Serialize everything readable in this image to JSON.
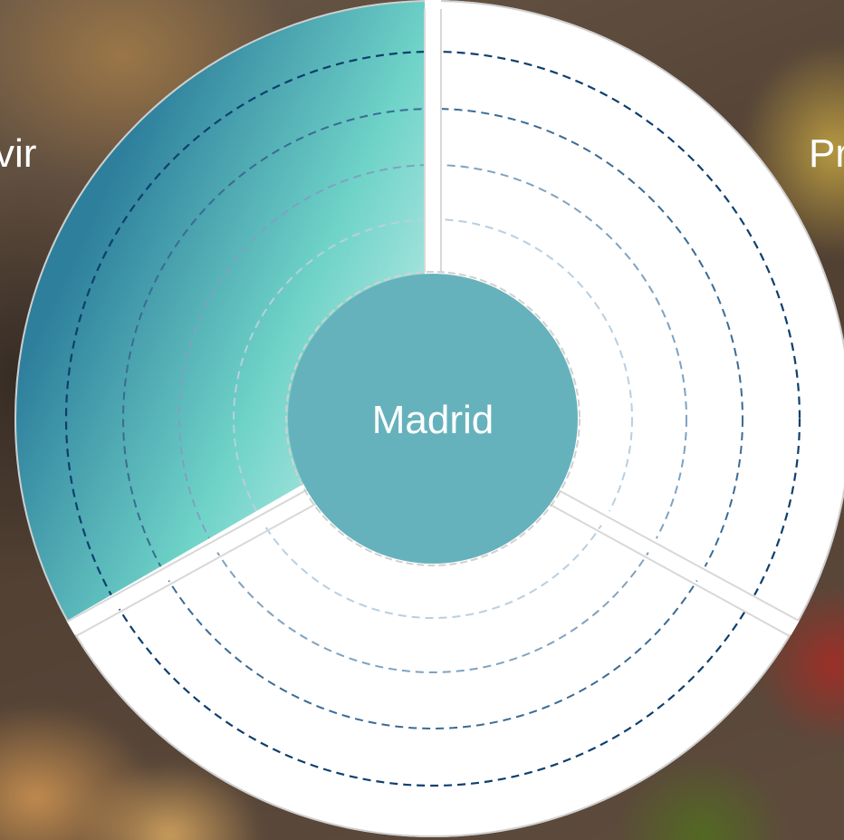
{
  "diagram": {
    "center_label": "Madrid",
    "left_label": "vir",
    "right_label": "Pr",
    "segments": [
      {
        "id": "top-left",
        "fill": "gradient",
        "highlighted": true
      },
      {
        "id": "right",
        "fill": "#ffffff",
        "highlighted": false
      },
      {
        "id": "bottom",
        "fill": "#ffffff",
        "highlighted": false
      }
    ],
    "ring_count": 4,
    "colors": {
      "center": "#66b2bc",
      "highlight_start": "#2e7f9c",
      "highlight_mid": "#6fd3c8",
      "highlight_end": "#c9efeb",
      "ring_dark": "#0e3f6e",
      "ring_light": "#b9cfe0",
      "divider": "#d8d8d8"
    }
  }
}
